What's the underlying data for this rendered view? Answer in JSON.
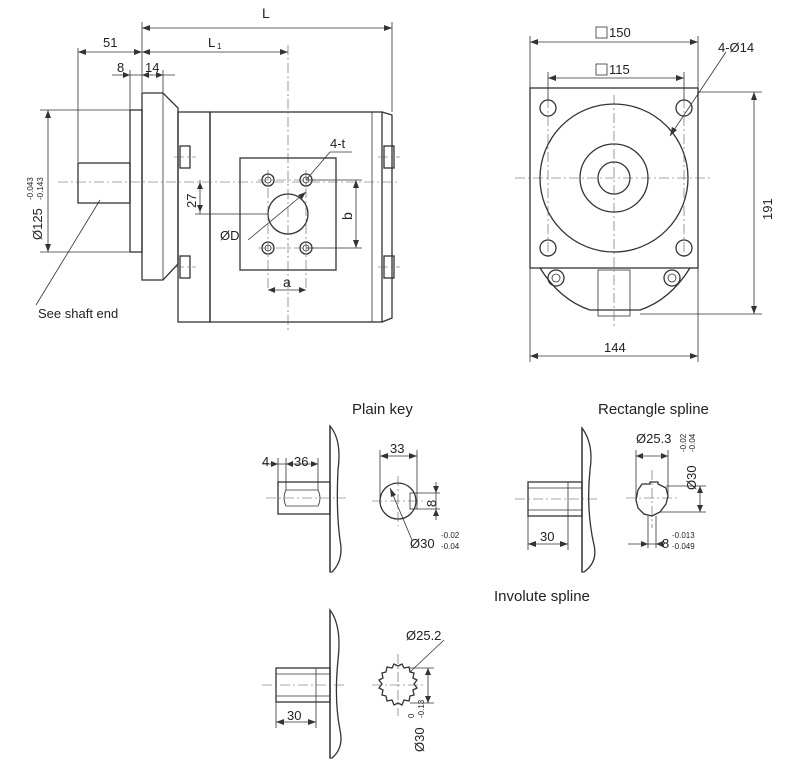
{
  "front_view": {
    "dim_L": "L",
    "dim_L1": "L",
    "dim_L1_sub": "1",
    "dim_51": "51",
    "dim_8": "8",
    "dim_14": "14",
    "dim_diameter": "Ø125",
    "dim_diameter_tol_upper": "-0.043",
    "dim_diameter_tol_lower": "-0.143",
    "dim_27": "27",
    "dim_b": "b",
    "dim_a": "a",
    "dim_4t": "4-t",
    "dim_oD": "ØD",
    "note_shaft": "See shaft end"
  },
  "side_view": {
    "dim_150": "150",
    "dim_115": "115",
    "dim_holes": "4-Ø14",
    "dim_191": "191",
    "dim_144": "144"
  },
  "plain_key": {
    "title": "Plain key",
    "dim_4": "4",
    "dim_36": "36",
    "dim_33": "33",
    "dim_8": "8",
    "dim_dia": "Ø30",
    "dim_dia_tol_upper": "-0.02",
    "dim_dia_tol_lower": "-0.04"
  },
  "rectangle_spline": {
    "title": "Rectangle spline",
    "dim_253": "Ø25.3",
    "dim_30v": "Ø30",
    "dim_30v_tol_upper": "-0.02",
    "dim_30v_tol_lower": "-0.04",
    "dim_30": "30",
    "dim_8": "8",
    "dim_8_tol_upper": "-0.013",
    "dim_8_tol_lower": "-0.049"
  },
  "involute_spline": {
    "title": "Involute spline",
    "dim_252": "Ø25.2",
    "dim_30": "30",
    "dim_dia": "Ø30",
    "dim_dia_tol_upper": "0",
    "dim_dia_tol_lower": "-0.13"
  }
}
